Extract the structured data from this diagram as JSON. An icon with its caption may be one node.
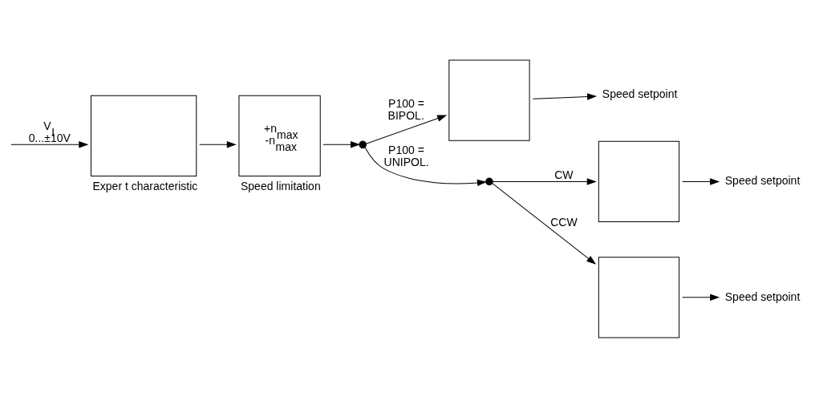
{
  "diagram": {
    "nodes": [
      {
        "text": [],
        "shape": "box",
        "beside": [
          "Exper t characteristic"
        ]
      },
      {
        "text": [
          "+n$_{max}$",
          "-n$_{max}$"
        ],
        "beside": [
          "Speed limitation"
        ]
      },
      {
        "text": [],
        "shape": "circle"
      },
      {
        "text": [],
        "shape": "box"
      },
      {
        "text": [],
        "shape": "box"
      },
      {
        "text": [],
        "shape": "box"
      },
      {
        "text": [],
        "shape": "circle"
      },
      {
        "text": [
          "Speed setpoint"
        ]
      },
      {
        "text": [
          "Speed setpoint"
        ]
      },
      {
        "text": [
          "Speed setpoint"
        ]
      }
    ],
    "edges": [
      {
        "from": null,
        "to": 0,
        "arrow": "to",
        "label": "V$_{I}$ 0...±10V"
      },
      {
        "from": 0,
        "to": 1,
        "arrow": "to"
      },
      {
        "from": 1,
        "to": 2,
        "arrow": "to"
      },
      {
        "from": 2,
        "to": 3,
        "arrow": "to",
        "label": "P100 = BIPOL."
      },
      {
        "from": 2,
        "to": 6,
        "arrow": "to",
        "label": "P100 = UNIPOL."
      },
      {
        "from": 6,
        "to": 4,
        "arrow": "to",
        "label": "CW"
      },
      {
        "from": 6,
        "to": 5,
        "arrow": "to",
        "label": "CCW"
      },
      {
        "from": 3,
        "to": 7,
        "arrow": "to"
      },
      {
        "from": 4,
        "to": 8,
        "arrow": "to"
      },
      {
        "from": 5,
        "to": 9,
        "arrow": "to"
      }
    ]
  }
}
